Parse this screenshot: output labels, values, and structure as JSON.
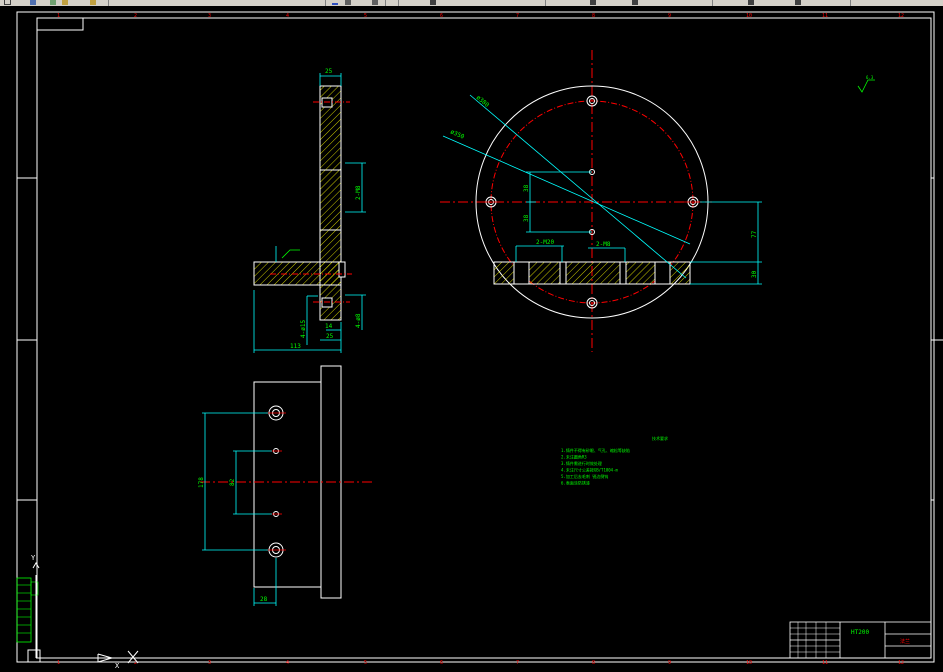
{
  "app": {
    "accent": "#00ff00",
    "colors": {
      "frame": "#ffffff",
      "hatch": "#ffff00",
      "dim": "#00ffff",
      "centerline": "#ff0000",
      "note": "#00ff00",
      "background": "#000000"
    }
  },
  "toolbar": {
    "icons": [
      "open-icon",
      "save-icon",
      "print-icon",
      "snap-x-icon",
      "layer-dropdown-icon"
    ]
  },
  "grid": {
    "top_cols": [
      "1",
      "2",
      "3",
      "4",
      "5",
      "6",
      "7",
      "8",
      "9",
      "10",
      "11",
      "12"
    ],
    "bottom_cols": [
      "1",
      "2",
      "3",
      "4",
      "5",
      "6",
      "7",
      "8",
      "9",
      "10",
      "11",
      "12"
    ]
  },
  "side_view": {
    "dims": {
      "top_width": "25",
      "thread1": "2-M8",
      "bottom_hole": "4-ø15",
      "d14": "14",
      "d25": "25",
      "d113": "113",
      "dø8": "4-ø8"
    }
  },
  "front_view": {
    "dims": {
      "outer_dia": "ø380",
      "bolt_dia": "ø350",
      "m20": "2-M20",
      "m8": "2-M8",
      "d38a": "38",
      "d38b": "38",
      "d77": "77",
      "d30": "30"
    }
  },
  "plan_view": {
    "dims": {
      "d178": "178",
      "d82": "82",
      "d28": "28"
    }
  },
  "notes": {
    "heading": "技术要求",
    "lines": [
      "1.铸件不得有砂眼、气孔、缩松等缺陷",
      "2.未注圆角R3",
      "3.铸件需进行时效处理",
      "4.未注尺寸公差按GB/T1804-m",
      "5.加工后去毛刺 锐边倒钝",
      "6.表面涂防锈漆"
    ]
  },
  "roughness": "6.3",
  "title_block": {
    "material": "HT200",
    "name": "法兰"
  },
  "ucs": {
    "x_label": "X",
    "y_label": "Y"
  }
}
